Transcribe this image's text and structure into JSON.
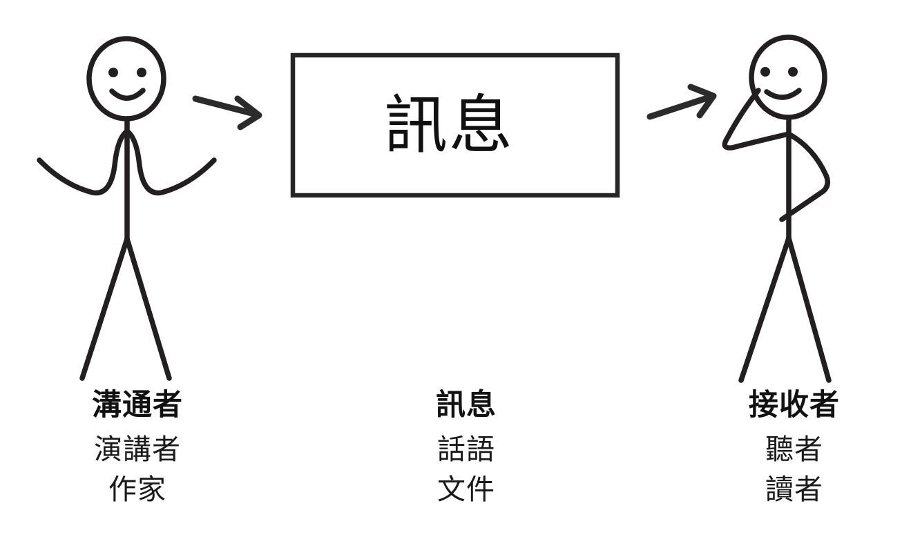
{
  "diagram": {
    "title_text_in_box": "訊息",
    "background_color": "#ffffff",
    "line_color": "#231f20",
    "box_border_color": "#262626",
    "arrow_color": "#2b2b2b"
  },
  "message_box": {
    "label": "訊息"
  },
  "arrows": {
    "left_arrow_name": "arrow-communicator-to-message",
    "right_arrow_name": "arrow-message-to-receiver"
  },
  "figures": {
    "left": {
      "role": "communicator",
      "pose": "open-arms-speaking"
    },
    "right": {
      "role": "receiver",
      "pose": "hand-to-ear-listening"
    }
  },
  "captions": [
    {
      "id": "communicator",
      "title": "溝通者",
      "subs": [
        "演講者",
        "作家"
      ]
    },
    {
      "id": "message",
      "title": "訊息",
      "subs": [
        "話語",
        "文件"
      ]
    },
    {
      "id": "receiver",
      "title": "接收者",
      "subs": [
        "聽者",
        "讀者"
      ]
    }
  ]
}
